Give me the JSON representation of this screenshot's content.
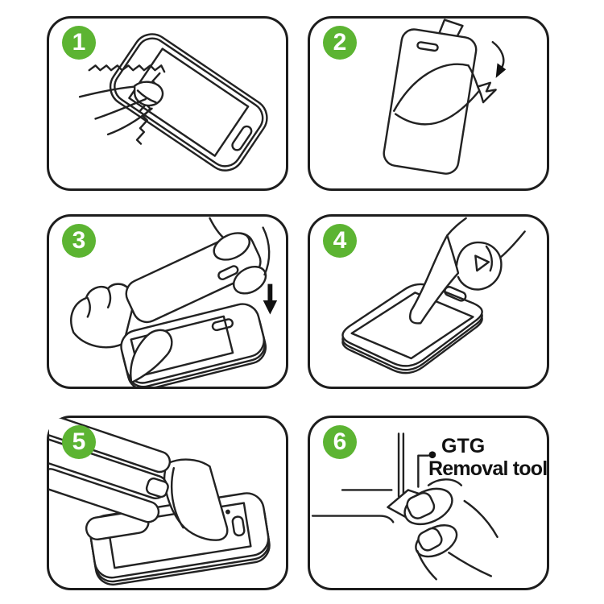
{
  "accent_green": "#5cb432",
  "line_color": "#222222",
  "steps": [
    {
      "number": "1"
    },
    {
      "number": "2"
    },
    {
      "number": "3"
    },
    {
      "number": "4"
    },
    {
      "number": "5"
    },
    {
      "number": "6",
      "label_line1": "GTG",
      "label_line2": "Removal tool"
    }
  ]
}
